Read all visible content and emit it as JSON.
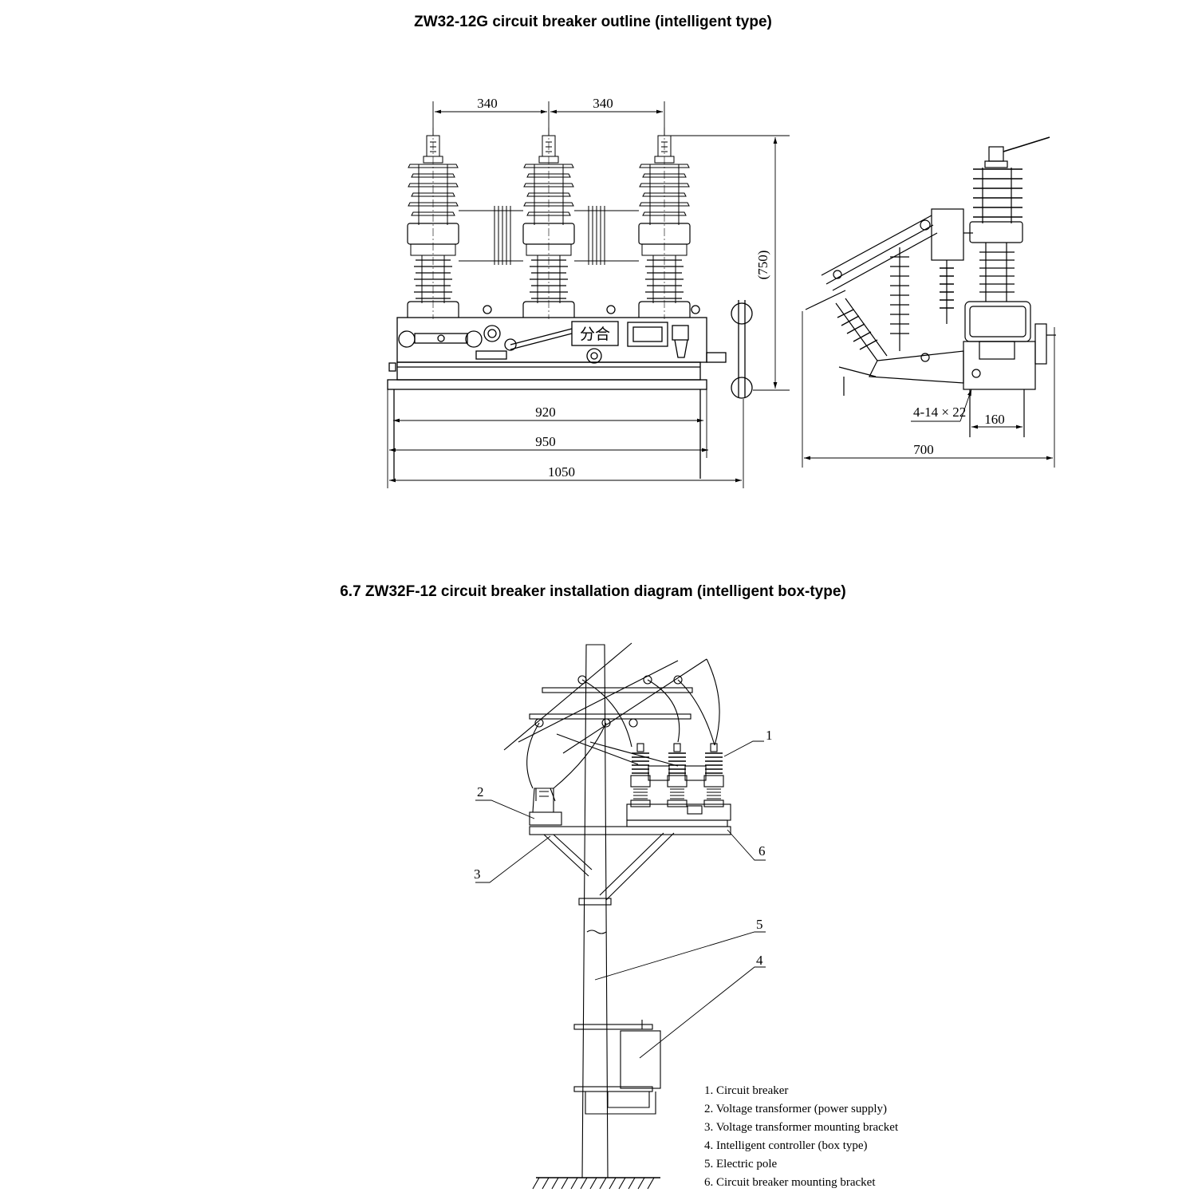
{
  "titles": {
    "top": "ZW32-12G circuit breaker outline (intelligent type)",
    "bottom": "6.7 ZW32F-12 circuit breaker installation diagram (intelligent box-type)"
  },
  "dimensions": {
    "pole_spacing_left": "340",
    "pole_spacing_right": "340",
    "height": "(750)",
    "width_920": "920",
    "width_950": "950",
    "width_1050": "1050",
    "side_depth": "700",
    "mount_spacing": "160",
    "mount_holes": "4-14 × 22"
  },
  "panel_labels": {
    "open_close": "分合"
  },
  "callouts": [
    "1",
    "2",
    "3",
    "4",
    "5",
    "6"
  ],
  "legend": [
    "1. Circuit breaker",
    "2. Voltage transformer (power supply)",
    "3. Voltage transformer mounting bracket",
    "4. Intelligent controller (box type)",
    "5. Electric pole",
    "6. Circuit breaker mounting bracket"
  ]
}
